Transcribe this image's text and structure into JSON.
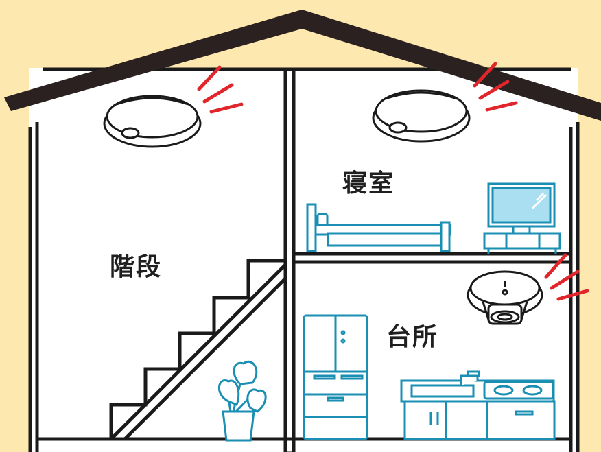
{
  "rooms": {
    "stairs": "階段",
    "bedroom": "寝室",
    "kitchen": "台所"
  },
  "colors": {
    "background": "#fde8b0",
    "roof": "#2a2120",
    "outline": "#1a1a1a",
    "furniture": "#1a8fb3",
    "screen": "#a9dff0",
    "alarm_signal": "#e0262a"
  },
  "icons": {
    "stairs_alarm": "smoke-detector-icon",
    "bedroom_alarm": "smoke-detector-icon",
    "kitchen_alarm": "heat-detector-icon"
  }
}
